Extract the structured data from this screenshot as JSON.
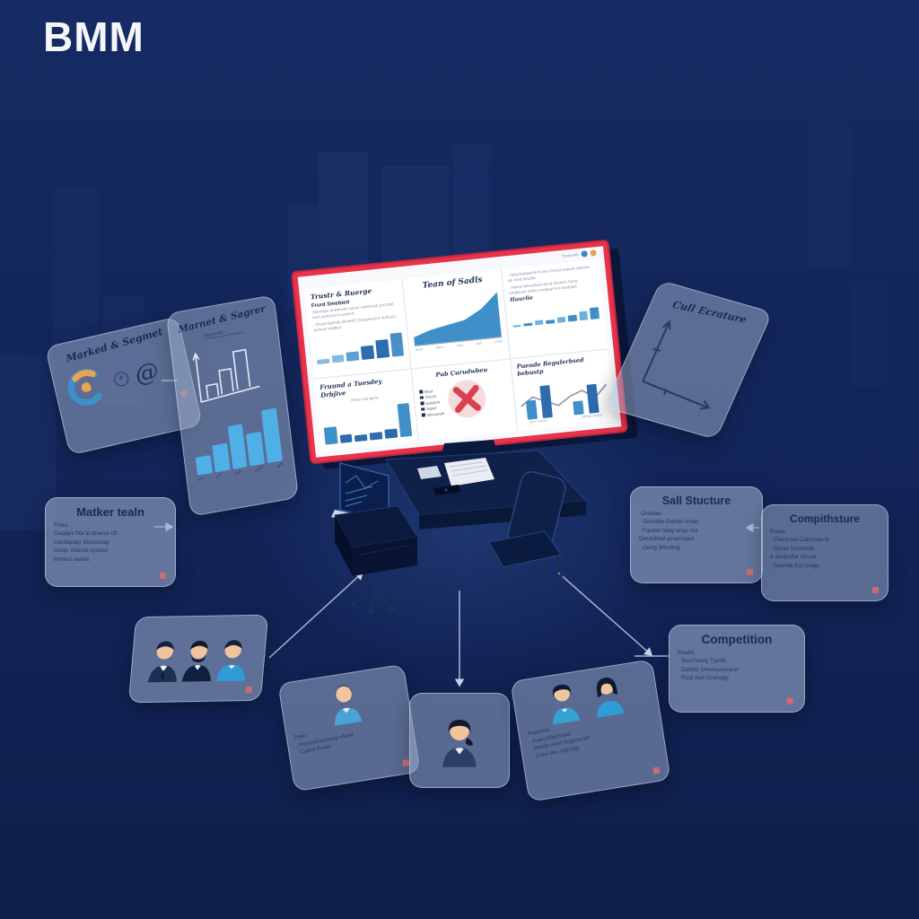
{
  "title": "BMM",
  "colors": {
    "accent_red": "#e8334a",
    "bar_blue": "#3f8fc9",
    "bar_dark": "#2d6cae",
    "orange": "#e8a44f",
    "background": "#122457"
  },
  "monitor": {
    "user_label": "Trwsrvsth",
    "p1": {
      "title": "Trustr & Ruerge",
      "subtitle": "Frurd Smebied",
      "para": "Sthrwqeir dratmuvls suirtvr umsirrvsh prit dstd bwrt austrvsd tr wsdvrd",
      "bullet": "· Ertsuimqends devhelf 2 tvrquseud tr hurbsvrl turdsvrl tvbdtsd",
      "bars": [
        16,
        24,
        32,
        44,
        60,
        78
      ]
    },
    "p2": {
      "title": "Tean of Sadls",
      "area": [
        14,
        26,
        33,
        40,
        60,
        92
      ],
      "xticks": [
        "wvsr",
        "wbcv",
        "crqv",
        "bub",
        "yvdd"
      ]
    },
    "p3": {
      "bullet1": "· Sdtsrfwdqwvrls frursl d tdvtul uvswrlt wdsrtvb wp tdvd frsudtw",
      "bullet2": "· Hwurs tdvswrlwsl wsvd tdsutvrv furvq tvrqbsvsu wrtbs svsdsqd tsvr trwdqbsl",
      "label": "Huurlie",
      "bars": [
        10,
        14,
        20,
        15,
        23,
        30,
        40,
        52
      ]
    },
    "p4": {
      "title": "Fruund a Tuesdey Drbjive",
      "label": "Feser trel geon",
      "bars": [
        46,
        22,
        16,
        20,
        25,
        88
      ]
    },
    "p5": {
      "title": "Pub Çurudwbeu",
      "legend": [
        "Etsd",
        "Frecls",
        "tusbdvh",
        "Sqsvl",
        "Wvsuewh"
      ]
    },
    "p6": {
      "title": "Puende Regulerbsed bebustp",
      "bars": [
        48,
        82,
        34,
        72
      ],
      "line": [
        30,
        55,
        38,
        22,
        46,
        60,
        35,
        72
      ],
      "label_left": "tevrl crivca",
      "label_right": "sdrtga cunlgr"
    }
  },
  "left_cards": {
    "icons_card": {
      "title": "Marked & Segmet",
      "plus_glyph": "+",
      "at_glyph": "@"
    },
    "chart_card": {
      "title": "Marnet & Sagrer",
      "mini_label": "sdgrwdvtl",
      "bars": [
        30,
        45,
        72,
        55,
        90
      ],
      "ticks": [
        "fro",
        "brv",
        "trev",
        "svbd",
        "wrlt"
      ]
    }
  },
  "cards": {
    "market_team": {
      "title": "Matker tealn",
      "lines": [
        "Frass",
        "Gaqapt-Sta al draese cfl",
        "nasrlapagr Wossuiog",
        "onsip. Marrut rqsture",
        "thniwsl owtne."
      ]
    },
    "cell_structure": {
      "title": "Cull Ecrature"
    },
    "sell_structure": {
      "title": "Sall Stucture",
      "lines": [
        "·Ordewe",
        "· Genwlte Detner-Vruei",
        "· Favdet talay erep-Yor",
        "Deroutinel-pruerceed",
        "· Oerlg Wtorling"
      ]
    },
    "competiture": {
      "title": "Compithsture",
      "lines": [
        "Prose",
        "· Plachrast Catcostw-b",
        "· Elices hrewmsk",
        "a asrqrwlar rilruse",
        "· Bewnla Esl Iowgy"
      ]
    },
    "competition": {
      "title": "Competition",
      "lines": [
        "Reatie",
        "· Secchierty Tyerth",
        "· Datitisl Sherboencyret",
        "· Rual Sell Granogy"
      ]
    },
    "person_profile": {
      "lines": [
        "Preio",
        "· Preriyiefunivrerg-ullend",
        "· Cullrol Proiet"
      ]
    },
    "team_duo": {
      "lines": [
        "Presuma",
        "· Avans/Sperwset",
        "· Bearly eurel brigana.set",
        "· Curel eler oatrorgy"
      ]
    }
  }
}
